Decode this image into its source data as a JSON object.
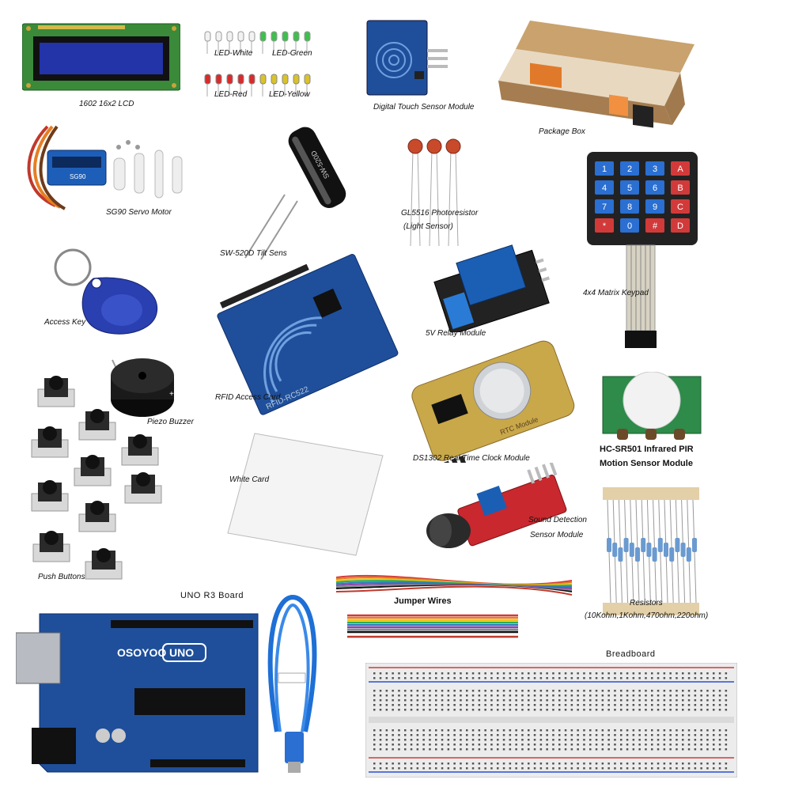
{
  "labels": {
    "lcd": "1602 16x2 LCD",
    "led_white": "LED-White",
    "led_green": "LED-Green",
    "led_red": "LED-Red",
    "led_yellow": "LED-Yellow",
    "touch": "Digital Touch Sensor Module",
    "package": "Package Box",
    "servo": "SG90 Servo Motor",
    "tilt": "SW-520D Tilt Sens",
    "photo": "GL5516 Photoresistor",
    "photo_sub": "(Light Sensor)",
    "keypad": "4x4 Matrix Keypad",
    "access_key": "Access Key",
    "rfid": "RFID Access Card",
    "relay": "5V Relay Module",
    "pir": "HC-SR501 Infrared PIR",
    "pir_sub": "Motion Sensor Module",
    "buzzer": "Piezo Buzzer",
    "rtc": "DS1302 Real Time Clock Module",
    "white_card": "White Card",
    "sound": "Sound Detection",
    "sound_sub": "Sensor Module",
    "resistors": "Resistors",
    "resistors_sub": "(10Kohm,1Kohm,470ohm,220ohm)",
    "buttons": "Push Buttons",
    "uno": "UNO R3 Board",
    "jumper": "Jumper Wires",
    "breadboard": "Breadboard"
  },
  "printed": {
    "keypad_keys": [
      "1",
      "2",
      "3",
      "A",
      "4",
      "5",
      "6",
      "B",
      "7",
      "8",
      "9",
      "C",
      "*",
      "0",
      "#",
      "D"
    ],
    "tilt_body": "SW-520D",
    "rfid_board": "RFID-RC522",
    "rtc_board": "RTC Module",
    "brand": "OSOYOO",
    "uno_logo": "UNO",
    "servo_model": "SG90"
  },
  "colors": {
    "pcb_blue": "#1f4f9a",
    "lcd_green": "#3a8a3a",
    "lcd_screen": "#2333a8",
    "box_brown": "#b08a5e",
    "keypad_blue": "#2a6fd1",
    "keypad_red": "#d23a3a",
    "relay_blue": "#1b5fb5",
    "sound_red": "#c9282e",
    "rtc_yellow": "#c9a84a"
  }
}
